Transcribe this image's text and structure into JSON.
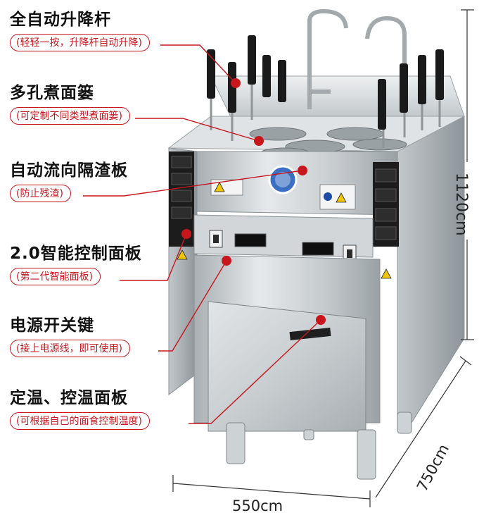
{
  "features": [
    {
      "title": "全自动升降杆",
      "subtitle": "(轻轻一按，升降杆自动升降)"
    },
    {
      "title": "多孔煮面篓",
      "subtitle": "(可定制不同类型煮面篓)"
    },
    {
      "title": "自动流向隔渣板",
      "subtitle": "(防止残渣)"
    },
    {
      "title": "2.0智能控制面板",
      "subtitle": "(第二代智能面板)"
    },
    {
      "title": "电源开关键",
      "subtitle": "(接上电源线，即可使用)"
    },
    {
      "title": "定温、控温面板",
      "subtitle": "(可根据自己的面食控制温度)"
    }
  ],
  "dimensions": {
    "height": "1120cm",
    "width": "550cm",
    "depth": "750cm"
  },
  "colors": {
    "accent_red": "#c8161d",
    "text_dark": "#111111",
    "steel_light": "#d9dde0",
    "steel_mid": "#b8bec2",
    "steel_dark": "#7d8489"
  }
}
